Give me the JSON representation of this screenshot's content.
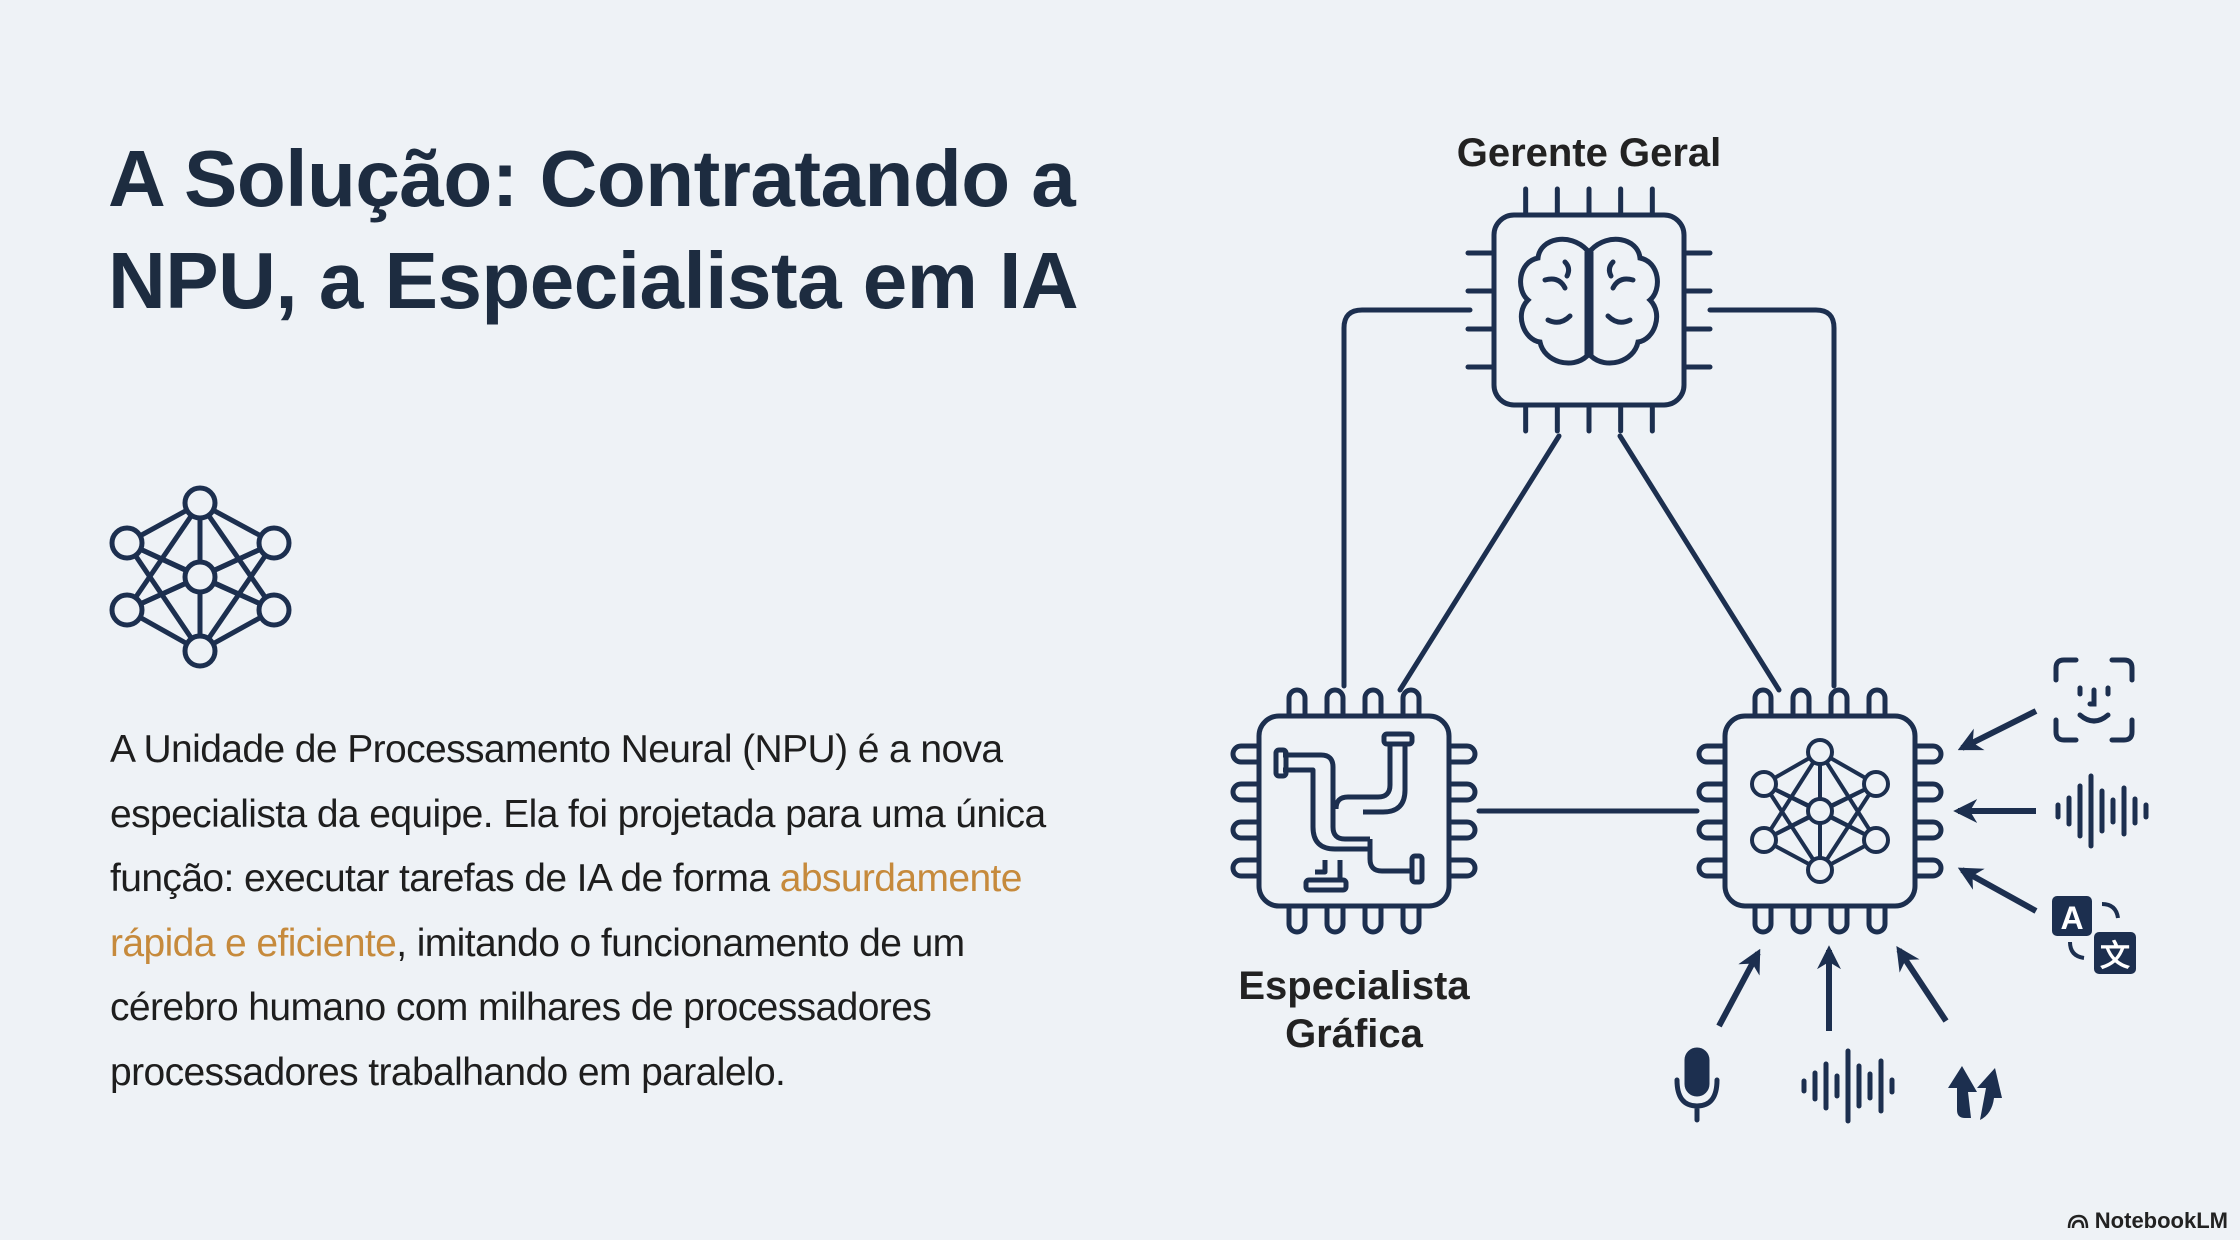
{
  "title": "A Solução: Contratando a NPU, a Especialista em IA",
  "body": {
    "before": "A Unidade de Processamento Neural (NPU) é a nova especialista da equipe. Ela foi projetada para uma única função: executar tarefas de IA de forma ",
    "highlight": "absurdamente rápida e eficiente",
    "after": ", imitando o funcionamento de um cérebro humano com milhares de processadores processadores trabalhando em paralelo."
  },
  "diagram": {
    "top_label": "Gerente Geral",
    "left_label_line1": "Especialista",
    "left_label_line2": "Gráfica",
    "translate_a": "A",
    "translate_b": "文"
  },
  "brand": "NotebookLM",
  "colors": {
    "navy": "#1c2f4f",
    "highlight": "#c68a3c",
    "background": "#eef2f6"
  }
}
